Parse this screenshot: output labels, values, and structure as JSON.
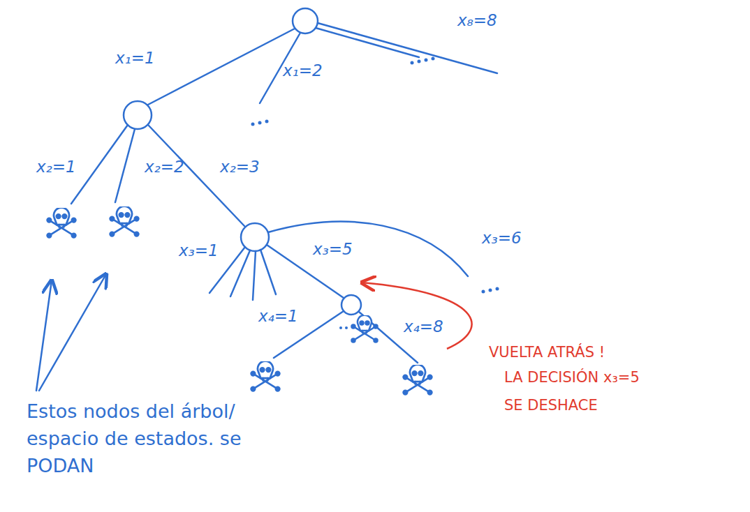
{
  "diagram": {
    "labels": [
      "x₁=1",
      "x₁=2",
      "x₈=8",
      "x₂=1",
      "x₂=2",
      "x₂=3",
      "x₃=1",
      "x₃=5",
      "x₃=6",
      "x₄=1",
      "x₄=8",
      "Estos nodos del árbol/ espacio de estados. se PODAN",
      "VUELTA ATRÁS !",
      "LA DECISIÓN x₃=5 SE DESHACE"
    ]
  }
}
